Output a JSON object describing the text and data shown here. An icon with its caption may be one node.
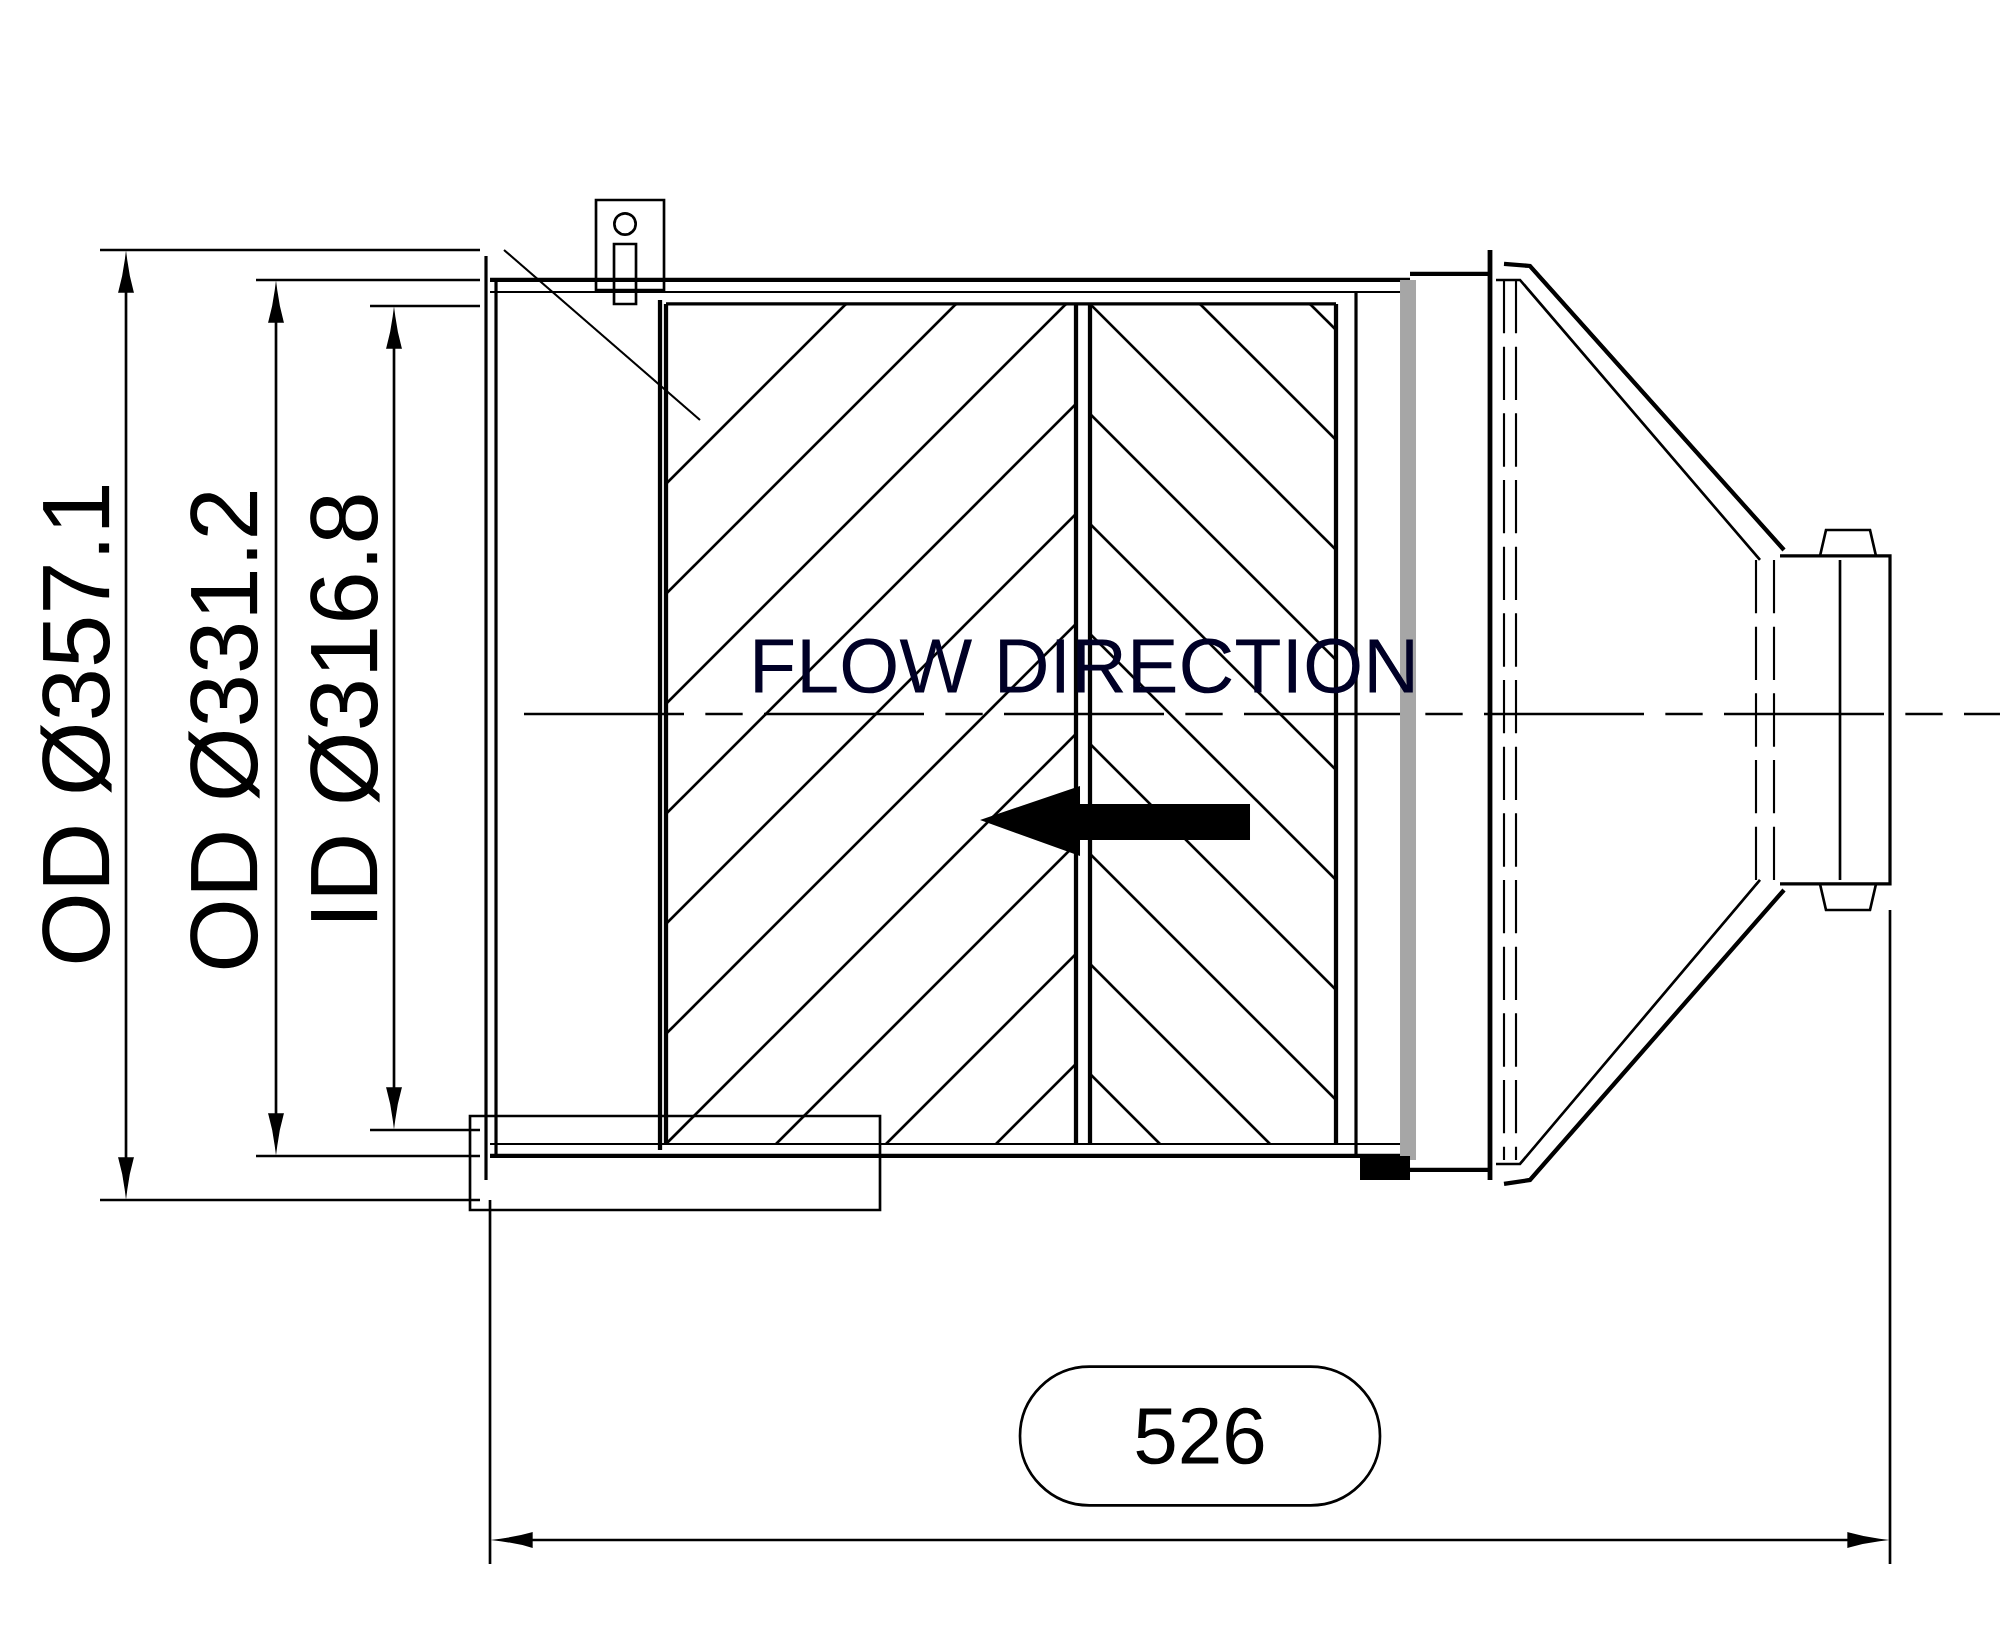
{
  "diagram": {
    "labels": [
      "OD Ø357.1",
      "OD Ø331.2",
      "ID Ø316.8",
      "FLOW DIRECTION",
      "526"
    ]
  }
}
